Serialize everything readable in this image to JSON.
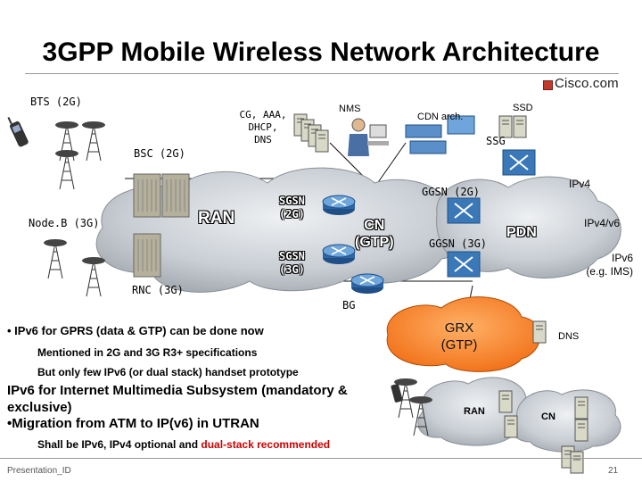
{
  "slide": {
    "title": "3GPP Mobile Wireless Network Architecture",
    "brand": "Cisco.com",
    "footer_left": "Presentation_ID",
    "page_number": "21"
  },
  "diagram": {
    "bts_label": "BTS (2G)",
    "bsc_label": "BSC (2G)",
    "nodeb_label": "Node.B (3G)",
    "rnc_label": "RNC (3G)",
    "cg_label": "CG, AAA,\nDHCP,\nDNS",
    "nms_label": "NMS",
    "cdn_label": "CDN arch.",
    "ssd_label": "SSD",
    "ssg_label": "SSG",
    "ran_label": "RAN",
    "sgsn2g_label": "SGSN\n(2G)",
    "sgsn3g_label": "SGSN\n(3G)",
    "cn_label": "CN\n(GTP)",
    "ggsn2g_label": "GGSN (2G)",
    "ggsn3g_label": "GGSN (3G)",
    "pdn_label": "PDN",
    "ipv4_label": "IPv4",
    "ipv4v6_label": "IPv4/v6",
    "ipv6_label": "IPv6\n(e.g. IMS)",
    "bg_label": "BG",
    "grx_label": "GRX\n(GTP)",
    "dns_label": "DNS",
    "ran2_label": "RAN",
    "cn2_label": "CN"
  },
  "notes": {
    "b1": "• IPv6 for GPRS (data & GTP) can be done now",
    "b1_sub1": "Mentioned in 2G and 3G R3+ specifications",
    "b1_sub2": "But only few IPv6 (or dual stack) handset prototype",
    "b2": "IPv6 for Internet Multimedia Subsystem (mandatory & exclusive)",
    "b3": "•Migration from ATM to IP(v6) in UTRAN",
    "b3_sub_prefix": "Shall be IPv6, IPv4 optional and ",
    "b3_sub_highlight": "dual-stack recommended"
  },
  "colors": {
    "cloud": "#c8cdd3",
    "cloud_dark": "#8c939b",
    "grx_orange": "#f47a1f",
    "router_blue": "#3a78b8",
    "highlight_red": "#cc0000"
  }
}
